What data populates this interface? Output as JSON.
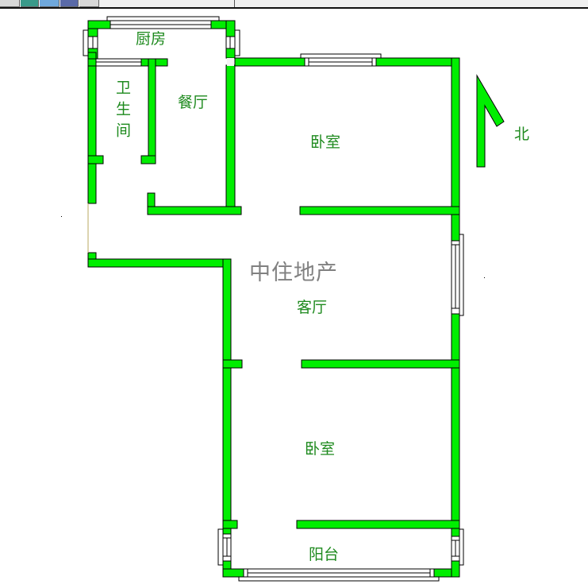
{
  "toolbar": {
    "buttons": [
      {
        "name": "tool-button-1",
        "icon": "arrow-icon"
      },
      {
        "name": "tool-button-2",
        "icon": "table-icon"
      },
      {
        "name": "tool-button-3",
        "icon": "edit-icon"
      },
      {
        "name": "tool-button-4",
        "icon": "view-icon"
      },
      {
        "name": "tool-button-5",
        "icon": "pen-icon"
      }
    ]
  },
  "floorplan": {
    "watermark": "中住地产",
    "rooms": {
      "kitchen": "厨房",
      "bathroom": "卫生间",
      "dining": "餐厅",
      "bedroom_north": "卧室",
      "living": "客厅",
      "bedroom_south": "卧室",
      "balcony": "阳台"
    },
    "compass": {
      "label": "北",
      "direction": "north"
    },
    "colors": {
      "wall": "#00ee00",
      "wall_outline": "#000000",
      "room_label": "#1e8a1e",
      "watermark": "#808080"
    }
  }
}
